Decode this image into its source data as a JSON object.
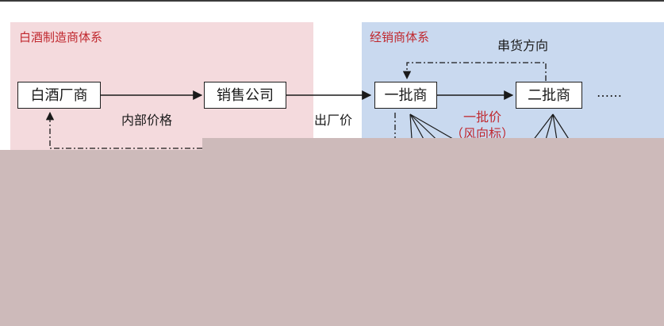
{
  "panels": {
    "liquor_system_title": "白酒制造商体系",
    "dealer_system_title": "经销商体系"
  },
  "nodes": {
    "manufacturer": "白酒厂商",
    "sales_company": "销售公司",
    "first_batch": "一批商",
    "second_batch": "二批商",
    "more": "……"
  },
  "labels": {
    "internal_price": "内部价格",
    "factory_price": "出厂价",
    "cross_region": "串货方向",
    "first_batch_price": "一批价",
    "barometer": "（风向标）"
  },
  "colors": {
    "panel_left": "#f4dadd",
    "panel_right": "#c9d9ef",
    "accent_red": "#c0282e",
    "overlay": "#cdbaba"
  }
}
